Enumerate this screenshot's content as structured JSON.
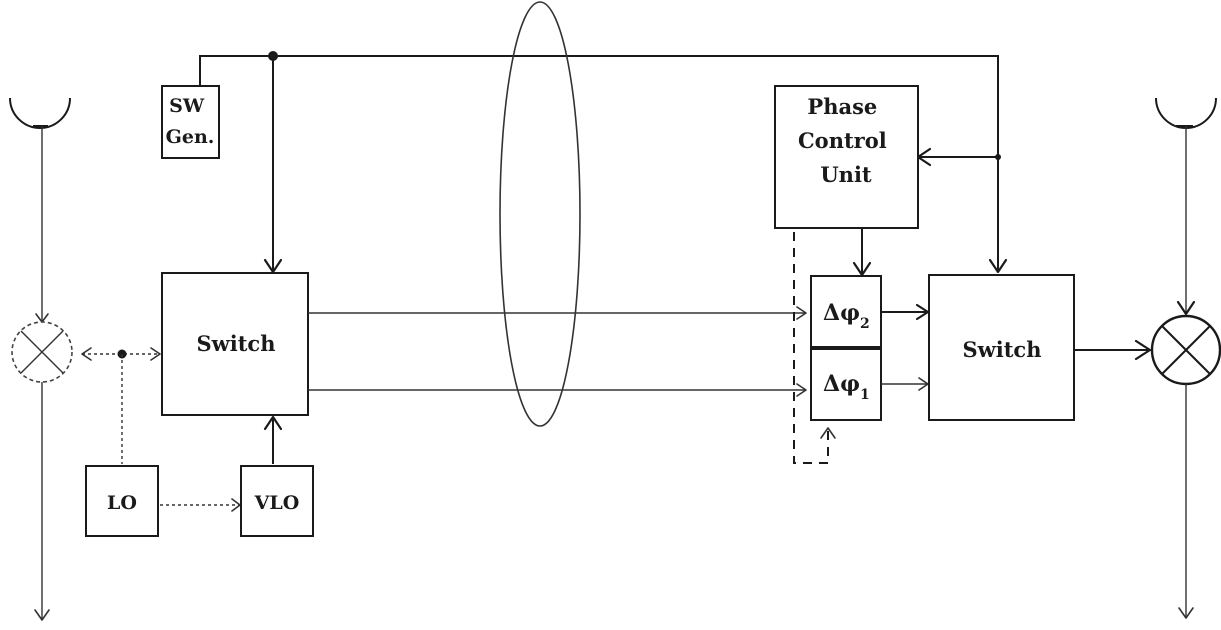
{
  "blocks": {
    "sw_gen": [
      "SW",
      "Gen."
    ],
    "switch_left": "Switch",
    "switch_right": "Switch",
    "phase_control": [
      "Phase",
      "Control",
      "Unit"
    ],
    "lo": "LO",
    "vlo": "VLO",
    "delta_phi_2": {
      "symbol": "Δφ",
      "subscript": "2"
    },
    "delta_phi_1": {
      "symbol": "Δφ",
      "subscript": "1"
    }
  },
  "colors": {
    "ink": "#1a1a1a",
    "background": "#ffffff"
  },
  "icons": [
    "antenna-dish-icon",
    "mixer-icon",
    "cable-bundle-ellipse"
  ]
}
